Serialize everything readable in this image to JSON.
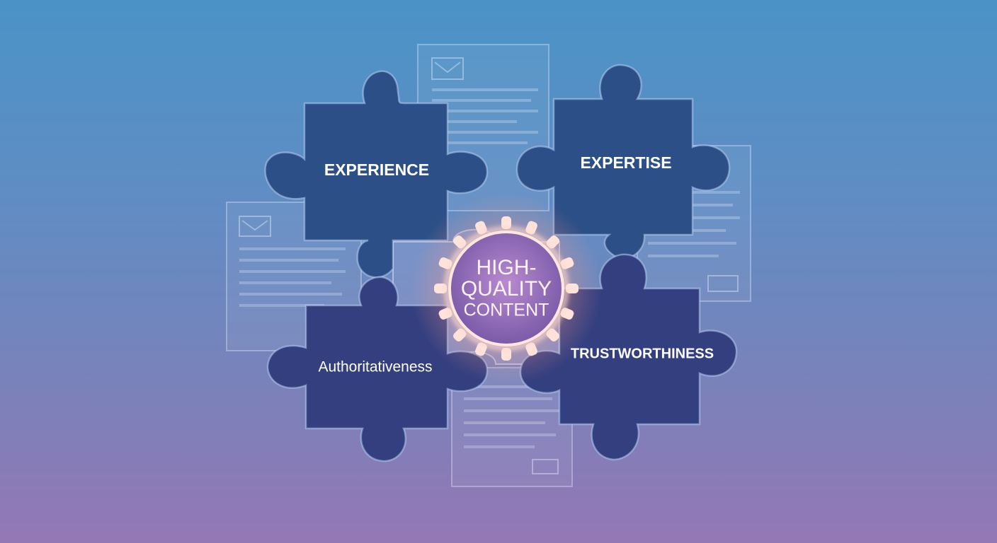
{
  "pieces": {
    "experience": "EXPERIENCE",
    "expertise": "EXPERTISE",
    "authoritativeness": "Authoritativeness",
    "trustworthiness": "TRUSTWORTHINESS"
  },
  "center": {
    "line1": "HIGH-",
    "line2": "QUALITY",
    "line3": "CONTENT"
  },
  "colors": {
    "piece_top": "#2d4f87",
    "piece_bottom": "#343f80",
    "glow": "#ff9a8a"
  },
  "icons": [
    "document-icon",
    "envelope-icon",
    "gear-badge-icon"
  ]
}
